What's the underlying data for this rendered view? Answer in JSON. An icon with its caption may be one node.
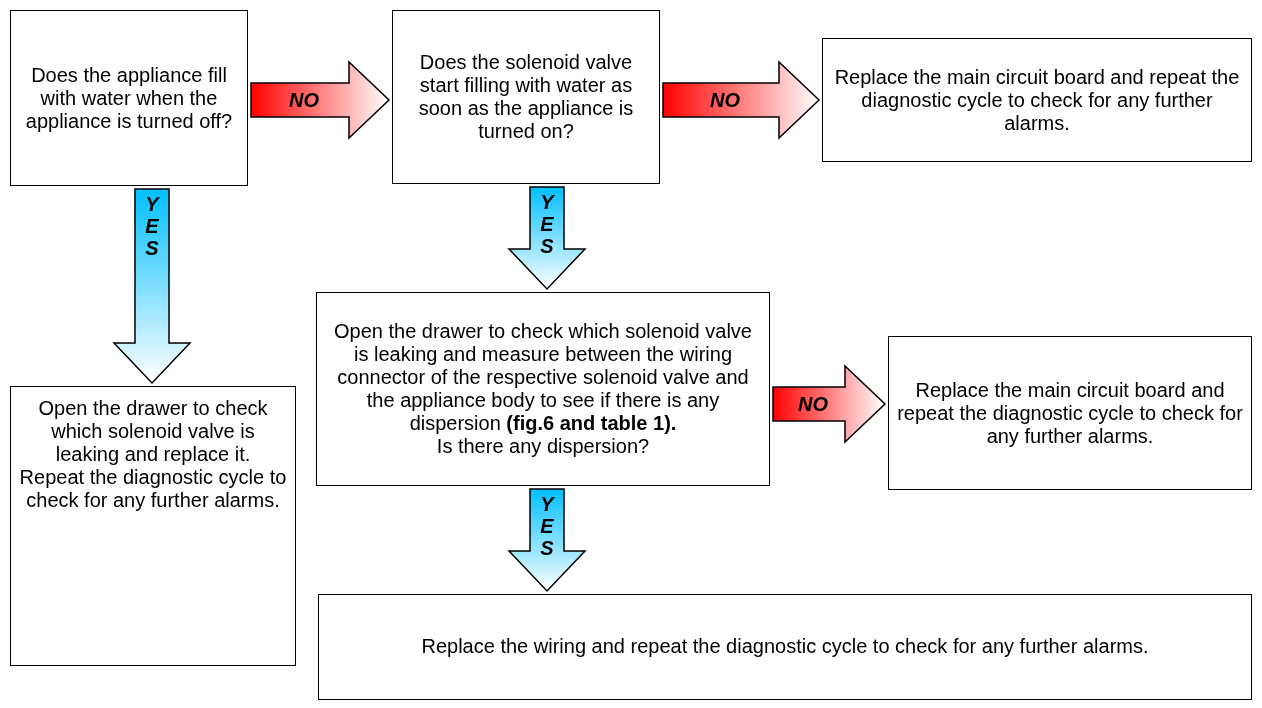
{
  "diagram": {
    "nodes": [
      {
        "text": [
          "Does the appliance fill with water when the appliance is turned off?"
        ]
      },
      {
        "text": [
          "Does the solenoid valve start filling with water as soon as the appliance is turned on?"
        ]
      },
      {
        "text": [
          "Replace the main circuit board and repeat the diagnostic cycle to check for any further alarms."
        ]
      },
      {
        "text": [
          "Open the drawer to check which solenoid valve is leaking and measure between the wiring connector of the respective solenoid valve and the appliance body to see if there is any dispersion **(fig.6 and table 1).**",
          "Is there any dispersion?"
        ]
      },
      {
        "text": [
          "Replace the main circuit board and repeat the diagnostic cycle to check for any further alarms."
        ]
      },
      {
        "text": [
          "Open the drawer to check which solenoid valve is leaking and replace it.",
          "Repeat the diagnostic cycle to check for any further alarms."
        ]
      },
      {
        "text": [
          "Replace the wiring and repeat the diagnostic cycle to check for any further alarms."
        ]
      }
    ],
    "edges": [
      {
        "from": 0,
        "to": 1,
        "arrow": "to",
        "label": "NO",
        "color": "#ff0000",
        "style": "thick"
      },
      {
        "from": 1,
        "to": 2,
        "arrow": "to",
        "label": "NO",
        "color": "#ff0000",
        "style": "thick"
      },
      {
        "from": 0,
        "to": 5,
        "arrow": "to",
        "label": "YES",
        "color": "#00bfff",
        "style": "thick"
      },
      {
        "from": 1,
        "to": 3,
        "arrow": "to",
        "label": "YES",
        "color": "#00bfff",
        "style": "thick"
      },
      {
        "from": 3,
        "to": 4,
        "arrow": "to",
        "label": "NO",
        "color": "#ff0000",
        "style": "thick"
      },
      {
        "from": 3,
        "to": 6,
        "arrow": "to",
        "label": "YES",
        "color": "#00bfff",
        "style": "thick"
      }
    ]
  }
}
